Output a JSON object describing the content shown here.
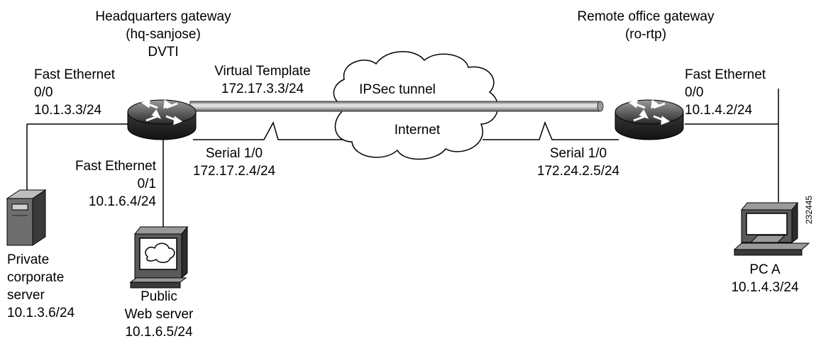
{
  "hq": {
    "title_line1": "Headquarters gateway",
    "title_line2": "(hq-sanjose)",
    "title_line3": "DVTI",
    "fe00_line1": "Fast Ethernet",
    "fe00_line2": "0/0",
    "fe00_line3": "10.1.3.3/24",
    "vt_line1": "Virtual Template",
    "vt_line2": "172.17.3.3/24",
    "serial_line1": "Serial 1/0",
    "serial_line2": "172.17.2.4/24",
    "fe01_line1": "Fast Ethernet",
    "fe01_line2": "0/1",
    "fe01_line3": "10.1.6.4/24"
  },
  "cloud": {
    "tunnel_label": "IPSec tunnel",
    "internet_label": "Internet"
  },
  "remote": {
    "title_line1": "Remote office gateway",
    "title_line2": "(ro-rtp)",
    "fe_line1": "Fast Ethernet",
    "fe_line2": "0/0",
    "fe_line3": "10.1.4.2/24",
    "serial_line1": "Serial 1/0",
    "serial_line2": "172.24.2.5/24"
  },
  "private_server": {
    "line1": "Private",
    "line2": "corporate",
    "line3": "server",
    "line4": "10.1.3.6/24"
  },
  "web_server": {
    "line1": "Public",
    "line2": "Web server",
    "line3": "10.1.6.5/24"
  },
  "pc_a": {
    "line1": "PC A",
    "line2": "10.1.4.3/24"
  },
  "figure_id": "232445",
  "icons": {
    "router": "router-icon",
    "server": "server-tower-icon",
    "workstation": "workstation-icon",
    "cloud": "cloud-icon"
  }
}
